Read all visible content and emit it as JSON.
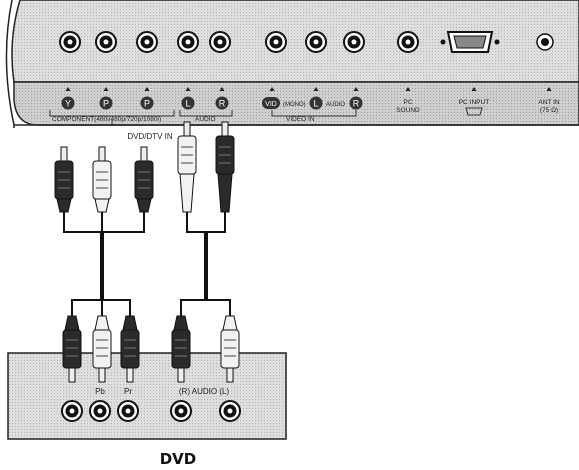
{
  "tv_panel": {
    "component_label": "COMPONENT(480i/480p/720p/1080i)",
    "component_ports": [
      {
        "name": "Y",
        "glyph": "Y"
      },
      {
        "name": "Pb",
        "glyph": "P"
      },
      {
        "name": "Pr",
        "glyph": "P"
      }
    ],
    "audio_ports": [
      {
        "name": "L",
        "glyph": "L"
      },
      {
        "name": "R",
        "glyph": "R"
      }
    ],
    "audio_label": "AUDIO",
    "dvd_dtv_label": "DVD/DTV IN",
    "video_in_port_label": "VID",
    "mono_label": "(MONO)",
    "video_audio_label": "AUDIO",
    "video_l_glyph": "L",
    "video_r_glyph": "R",
    "video_in_label": "VIDEO IN",
    "pc_sound_label_1": "PC",
    "pc_sound_label_2": "SOUND",
    "pc_input_label": "PC INPUT",
    "ant_in_label_1": "ANT IN",
    "ant_in_label_2": "(75 Ω)"
  },
  "dvd_panel": {
    "pb_label": "Pb",
    "pr_label": "Pr",
    "audio_label": "(R) AUDIO (L)"
  },
  "device_label": "DVD",
  "colors": {
    "panel": "#d9d9d9",
    "panel_dark": "#bdbdbd",
    "cable": "#111111",
    "plug_dark": "#2a2a2a",
    "plug_light": "#f2f2f2"
  }
}
